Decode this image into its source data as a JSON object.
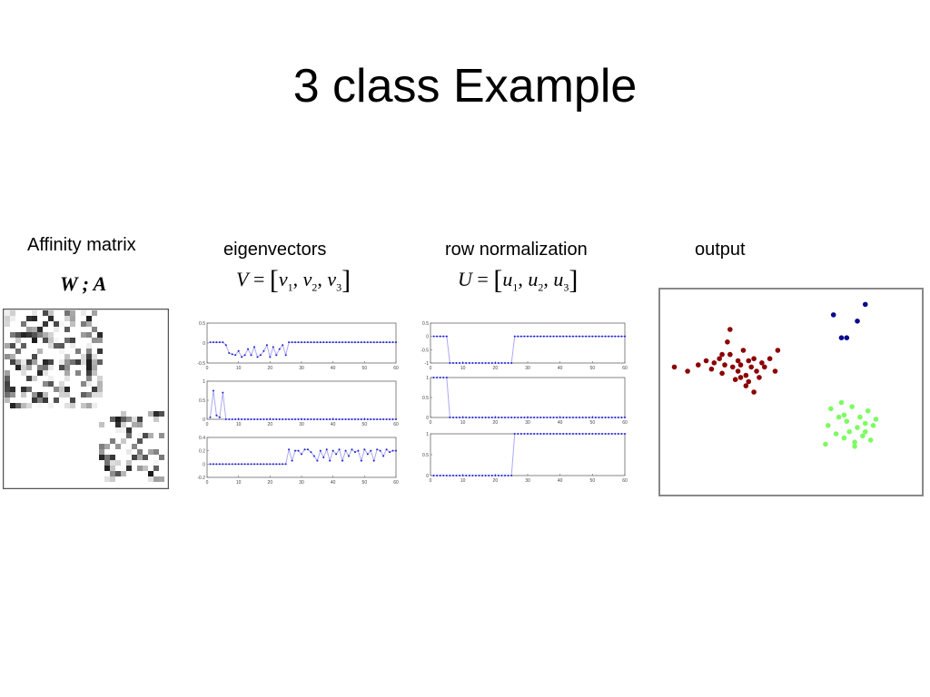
{
  "slide": {
    "title": "3 class Example"
  },
  "panels": {
    "affinity": {
      "label": "Affinity matrix",
      "formula": "W ; A"
    },
    "eigenvectors": {
      "label": "eigenvectors",
      "formula_lhs": "V",
      "formula_terms": [
        "v",
        "v",
        "v"
      ],
      "formula_subs": [
        "1",
        "2",
        "3"
      ]
    },
    "row_norm": {
      "label": "row normalization",
      "formula_lhs": "U",
      "formula_terms": [
        "u",
        "u",
        "u"
      ],
      "formula_subs": [
        "1",
        "2",
        "3"
      ]
    },
    "output": {
      "label": "output"
    }
  },
  "colors": {
    "line_blue": "#1f1fcf",
    "line_light": "#a9a9f5",
    "cluster_red": "#8b0000",
    "cluster_blue": "#0a0a8c",
    "cluster_green": "#7cfc62"
  },
  "chart_data": [
    {
      "type": "line",
      "panel": "eigenvectors",
      "row": 1,
      "xlim": [
        0,
        60
      ],
      "ylim": [
        -0.5,
        0.5
      ],
      "xticks": [
        "0",
        "10",
        "20",
        "30",
        "40",
        "50",
        "60"
      ],
      "yticks": [
        "0.5",
        "0",
        "-0.5"
      ],
      "x": [
        1,
        2,
        3,
        4,
        5,
        6,
        7,
        8,
        9,
        10,
        11,
        12,
        13,
        14,
        15,
        16,
        17,
        18,
        19,
        20,
        21,
        22,
        23,
        24,
        25,
        26,
        27,
        28,
        29,
        30,
        31,
        32,
        33,
        34,
        35,
        36,
        37,
        38,
        39,
        40,
        41,
        42,
        43,
        44,
        45,
        46,
        47,
        48,
        49,
        50,
        51,
        52,
        53,
        54,
        55,
        56,
        57,
        58,
        59,
        60
      ],
      "y": [
        0.02,
        0.02,
        0.02,
        0.02,
        0.02,
        -0.05,
        -0.25,
        -0.28,
        -0.3,
        -0.2,
        -0.35,
        -0.3,
        -0.15,
        -0.3,
        -0.1,
        -0.35,
        -0.3,
        -0.2,
        -0.05,
        -0.35,
        -0.1,
        -0.3,
        -0.15,
        -0.05,
        -0.3,
        0.02,
        0.02,
        0.02,
        0.02,
        0.02,
        0.02,
        0.02,
        0.02,
        0.02,
        0.02,
        0.02,
        0.02,
        0.02,
        0.02,
        0.02,
        0.02,
        0.02,
        0.02,
        0.02,
        0.02,
        0.02,
        0.02,
        0.02,
        0.02,
        0.02,
        0.02,
        0.02,
        0.02,
        0.02,
        0.02,
        0.02,
        0.02,
        0.02,
        0.02,
        0.02
      ]
    },
    {
      "type": "line",
      "panel": "eigenvectors",
      "row": 2,
      "xlim": [
        0,
        60
      ],
      "ylim": [
        0,
        1
      ],
      "xticks": [
        "0",
        "10",
        "20",
        "30",
        "40",
        "50",
        "60"
      ],
      "yticks": [
        "1",
        "0.5",
        "0"
      ],
      "x": [
        1,
        2,
        3,
        4,
        5,
        6,
        7,
        8,
        9,
        10,
        11,
        12,
        13,
        14,
        15,
        16,
        17,
        18,
        19,
        20,
        21,
        22,
        23,
        24,
        25,
        26,
        27,
        28,
        29,
        30,
        31,
        32,
        33,
        34,
        35,
        36,
        37,
        38,
        39,
        40,
        41,
        42,
        43,
        44,
        45,
        46,
        47,
        48,
        49,
        50,
        51,
        52,
        53,
        54,
        55,
        56,
        57,
        58,
        59,
        60
      ],
      "y": [
        0.05,
        0.75,
        0.1,
        0.05,
        0.7,
        0,
        0,
        0,
        0,
        0,
        0,
        0,
        0,
        0,
        0,
        0,
        0,
        0,
        0,
        0,
        0,
        0,
        0,
        0,
        0,
        0,
        0,
        0,
        0,
        0,
        0,
        0,
        0,
        0,
        0,
        0,
        0,
        0,
        0,
        0,
        0,
        0,
        0,
        0,
        0,
        0,
        0,
        0,
        0,
        0,
        0,
        0,
        0,
        0,
        0,
        0,
        0,
        0,
        0,
        0
      ]
    },
    {
      "type": "line",
      "panel": "eigenvectors",
      "row": 3,
      "xlim": [
        0,
        60
      ],
      "ylim": [
        -0.2,
        0.4
      ],
      "xticks": [
        "0",
        "10",
        "20",
        "30",
        "40",
        "50",
        "60"
      ],
      "yticks": [
        "0.4",
        "0.2",
        "0",
        "-0.2"
      ],
      "x": [
        1,
        2,
        3,
        4,
        5,
        6,
        7,
        8,
        9,
        10,
        11,
        12,
        13,
        14,
        15,
        16,
        17,
        18,
        19,
        20,
        21,
        22,
        23,
        24,
        25,
        26,
        27,
        28,
        29,
        30,
        31,
        32,
        33,
        34,
        35,
        36,
        37,
        38,
        39,
        40,
        41,
        42,
        43,
        44,
        45,
        46,
        47,
        48,
        49,
        50,
        51,
        52,
        53,
        54,
        55,
        56,
        57,
        58,
        59,
        60
      ],
      "y": [
        0,
        0,
        0,
        0,
        0,
        0,
        0,
        0,
        0,
        0,
        0,
        0,
        0,
        0,
        0,
        0,
        0,
        0,
        0,
        0,
        0,
        0,
        0,
        0,
        0,
        0.22,
        0.05,
        0.2,
        0.2,
        0.15,
        0.22,
        0.22,
        0.18,
        0.12,
        0.05,
        0.2,
        0.1,
        0.22,
        0.05,
        0.2,
        0.15,
        0.22,
        0.05,
        0.2,
        0.12,
        0.22,
        0.18,
        0.2,
        0.05,
        0.22,
        0.15,
        0.2,
        0.05,
        0.22,
        0.2,
        0.12,
        0.22,
        0.18,
        0.2,
        0.2
      ]
    },
    {
      "type": "line",
      "panel": "row_norm",
      "row": 1,
      "xlim": [
        0,
        60
      ],
      "ylim": [
        -1,
        0.5
      ],
      "xticks": [
        "0",
        "10",
        "20",
        "30",
        "40",
        "50",
        "60"
      ],
      "yticks": [
        "0.5",
        "0",
        "-0.5",
        "-1"
      ],
      "x": [
        1,
        2,
        3,
        4,
        5,
        6,
        7,
        8,
        9,
        10,
        11,
        12,
        13,
        14,
        15,
        16,
        17,
        18,
        19,
        20,
        21,
        22,
        23,
        24,
        25,
        26,
        27,
        28,
        29,
        30,
        31,
        32,
        33,
        34,
        35,
        36,
        37,
        38,
        39,
        40,
        41,
        42,
        43,
        44,
        45,
        46,
        47,
        48,
        49,
        50,
        51,
        52,
        53,
        54,
        55,
        56,
        57,
        58,
        59,
        60
      ],
      "y": [
        0,
        0,
        0,
        0,
        0,
        -1,
        -1,
        -1,
        -1,
        -1,
        -1,
        -1,
        -1,
        -1,
        -1,
        -1,
        -1,
        -1,
        -1,
        -1,
        -1,
        -1,
        -1,
        -1,
        -1,
        0,
        0,
        0,
        0,
        0,
        0,
        0,
        0,
        0,
        0,
        0,
        0,
        0,
        0,
        0,
        0,
        0,
        0,
        0,
        0,
        0,
        0,
        0,
        0,
        0,
        0,
        0,
        0,
        0,
        0,
        0,
        0,
        0,
        0,
        0
      ]
    },
    {
      "type": "line",
      "panel": "row_norm",
      "row": 2,
      "xlim": [
        0,
        60
      ],
      "ylim": [
        0,
        1
      ],
      "xticks": [
        "0",
        "10",
        "20",
        "30",
        "40",
        "50",
        "60"
      ],
      "yticks": [
        "1",
        "0.5",
        "0"
      ],
      "x": [
        1,
        2,
        3,
        4,
        5,
        6,
        7,
        8,
        9,
        10,
        11,
        12,
        13,
        14,
        15,
        16,
        17,
        18,
        19,
        20,
        21,
        22,
        23,
        24,
        25,
        26,
        27,
        28,
        29,
        30,
        31,
        32,
        33,
        34,
        35,
        36,
        37,
        38,
        39,
        40,
        41,
        42,
        43,
        44,
        45,
        46,
        47,
        48,
        49,
        50,
        51,
        52,
        53,
        54,
        55,
        56,
        57,
        58,
        59,
        60
      ],
      "y": [
        1,
        1,
        1,
        1,
        1,
        0,
        0,
        0,
        0,
        0,
        0,
        0,
        0,
        0,
        0,
        0,
        0,
        0,
        0,
        0,
        0,
        0,
        0,
        0,
        0,
        0,
        0,
        0,
        0,
        0,
        0,
        0,
        0,
        0,
        0,
        0,
        0,
        0,
        0,
        0,
        0,
        0,
        0,
        0,
        0,
        0,
        0,
        0,
        0,
        0,
        0,
        0,
        0,
        0,
        0,
        0,
        0,
        0,
        0,
        0
      ]
    },
    {
      "type": "line",
      "panel": "row_norm",
      "row": 3,
      "xlim": [
        0,
        60
      ],
      "ylim": [
        0,
        1
      ],
      "xticks": [
        "0",
        "10",
        "20",
        "30",
        "40",
        "50",
        "60"
      ],
      "yticks": [
        "1",
        "0.5",
        "0"
      ],
      "x": [
        1,
        2,
        3,
        4,
        5,
        6,
        7,
        8,
        9,
        10,
        11,
        12,
        13,
        14,
        15,
        16,
        17,
        18,
        19,
        20,
        21,
        22,
        23,
        24,
        25,
        26,
        27,
        28,
        29,
        30,
        31,
        32,
        33,
        34,
        35,
        36,
        37,
        38,
        39,
        40,
        41,
        42,
        43,
        44,
        45,
        46,
        47,
        48,
        49,
        50,
        51,
        52,
        53,
        54,
        55,
        56,
        57,
        58,
        59,
        60
      ],
      "y": [
        0,
        0,
        0,
        0,
        0,
        0,
        0,
        0,
        0,
        0,
        0,
        0,
        0,
        0,
        0,
        0,
        0,
        0,
        0,
        0,
        0,
        0,
        0,
        0,
        0,
        1,
        1,
        1,
        1,
        1,
        1,
        1,
        1,
        1,
        1,
        1,
        1,
        1,
        1,
        1,
        1,
        1,
        1,
        1,
        1,
        1,
        1,
        1,
        1,
        1,
        1,
        1,
        1,
        1,
        1,
        1,
        1,
        1,
        1,
        1
      ]
    },
    {
      "type": "scatter",
      "panel": "output",
      "xlim": [
        0,
        1
      ],
      "ylim": [
        0,
        1
      ],
      "series": [
        {
          "color": "#8b0000",
          "x": [
            0.06,
            0.11,
            0.15,
            0.18,
            0.2,
            0.21,
            0.23,
            0.24,
            0.25,
            0.26,
            0.27,
            0.28,
            0.29,
            0.3,
            0.3,
            0.31,
            0.32,
            0.33,
            0.34,
            0.34,
            0.35,
            0.36,
            0.37,
            0.38,
            0.39,
            0.4,
            0.42,
            0.44,
            0.45,
            0.24,
            0.27,
            0.31,
            0.33,
            0.36
          ],
          "y": [
            0.62,
            0.6,
            0.63,
            0.65,
            0.61,
            0.64,
            0.66,
            0.59,
            0.63,
            0.74,
            0.68,
            0.62,
            0.56,
            0.65,
            0.6,
            0.63,
            0.7,
            0.58,
            0.65,
            0.55,
            0.62,
            0.5,
            0.6,
            0.57,
            0.64,
            0.62,
            0.66,
            0.6,
            0.7,
            0.68,
            0.8,
            0.57,
            0.53,
            0.66
          ]
        },
        {
          "color": "#0a0a8c",
          "x": [
            0.66,
            0.69,
            0.71,
            0.75,
            0.78
          ],
          "y": [
            0.87,
            0.76,
            0.76,
            0.84,
            0.92
          ]
        },
        {
          "color": "#7cfc62",
          "x": [
            0.63,
            0.64,
            0.65,
            0.67,
            0.68,
            0.69,
            0.7,
            0.71,
            0.72,
            0.73,
            0.74,
            0.75,
            0.76,
            0.77,
            0.78,
            0.79,
            0.8,
            0.81,
            0.82,
            0.7,
            0.74,
            0.78
          ],
          "y": [
            0.25,
            0.34,
            0.42,
            0.3,
            0.38,
            0.45,
            0.28,
            0.36,
            0.31,
            0.43,
            0.26,
            0.33,
            0.38,
            0.29,
            0.35,
            0.41,
            0.27,
            0.34,
            0.37,
            0.39,
            0.24,
            0.31
          ]
        }
      ]
    }
  ]
}
